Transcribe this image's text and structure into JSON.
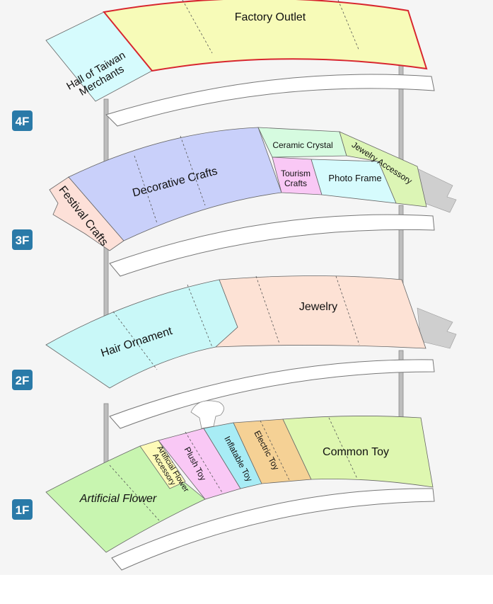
{
  "floors": [
    {
      "label": "4F",
      "zones": {
        "hall": [
          "Hall of Taiwan",
          "Merchants"
        ],
        "factory": "Factory Outlet"
      }
    },
    {
      "label": "3F",
      "zones": {
        "festival": "Festival Crafts",
        "decorative": "Decorative Crafts",
        "ceramic": "Ceramic Crystal",
        "jewelry_accessory": "Jewelry Accessory",
        "tourism": [
          "Tourism",
          "Crafts"
        ],
        "photo": "Photo Frame"
      }
    },
    {
      "label": "2F",
      "zones": {
        "hair": "Hair Ornament",
        "jewelry": "Jewelry"
      }
    },
    {
      "label": "1F",
      "zones": {
        "flower": "Artificial Flower",
        "flower_accessory": [
          "Artificial Flower",
          "Accessory"
        ],
        "plush": "Plush Toy",
        "inflatable": "Inflatable Toy",
        "electric": "Electric Toy",
        "common": "Common Toy"
      }
    }
  ],
  "colors": {
    "badge": "#2a7aa8",
    "highlight_border": "#d8262f",
    "background": "#f5f5f5"
  }
}
